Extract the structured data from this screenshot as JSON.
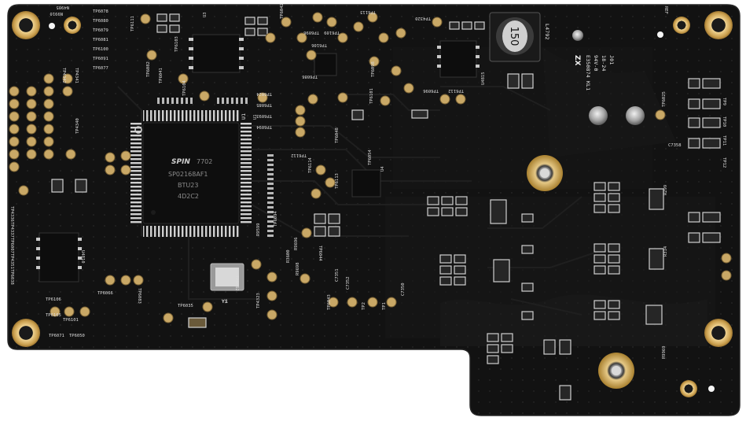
{
  "board": {
    "colors": {
      "background": "#ffffff",
      "pcb": "#121212",
      "pcb_edge": "#1d1d1d",
      "silk": "#e9e9e9",
      "gold": "#d9b56a",
      "pad": "#c7c7c7"
    },
    "chip": {
      "logo": "SPIN",
      "line1": "SP02168AF1",
      "line2": "BTU23",
      "line3": "4D2C2",
      "line0": "7702",
      "ref": "U1"
    },
    "inductor": {
      "value": "150",
      "ref": "L4792"
    },
    "crystal_ref": "Y1",
    "module_marking": {
      "line1": "ZX",
      "line2": "E350874 KL1",
      "line3": "94V-0",
      "line4": "18-24",
      "line5": "J01"
    },
    "labels": [
      "N9910",
      "TP6078",
      "TP6080",
      "TP6079",
      "TP6081",
      "TP6100",
      "TP6091",
      "TP6077",
      "TP6111",
      "TP6103",
      "U3",
      "TP6113",
      "TP6082",
      "TP4320",
      "TP6041",
      "TP6104",
      "TP6042",
      "TP6096",
      "TP6106",
      "TP6109",
      "TP6086",
      "TP6098",
      "TP6101",
      "TP6112",
      "TP6096",
      "TP6024",
      "TP4342",
      "TP4341",
      "TP6085",
      "TP6093",
      "TP6094",
      "U1",
      "TP6114",
      "TP6112",
      "U4",
      "TP6113",
      "TP4340",
      "TP4336",
      "TP4337",
      "TP6007",
      "TP4351",
      "TP6038",
      "U4810",
      "TP6066",
      "TP6083",
      "TP6062",
      "TP4323",
      "TP6035",
      "TP6106",
      "TP6105",
      "TP6101",
      "TP6071",
      "TP6050",
      "Y1",
      "R9599",
      "R3600",
      "R9696",
      "R9698",
      "TP6044",
      "TP6043",
      "C7351",
      "C7352",
      "C7350",
      "TP1",
      "TP2",
      "TP6025",
      "C7358",
      "TP12",
      "TP11",
      "TP10",
      "TP9",
      "R299",
      "R314",
      "R9969",
      "REF",
      "N4905",
      "U4815",
      "TP6054",
      "TP6048",
      "TP6094"
    ]
  }
}
